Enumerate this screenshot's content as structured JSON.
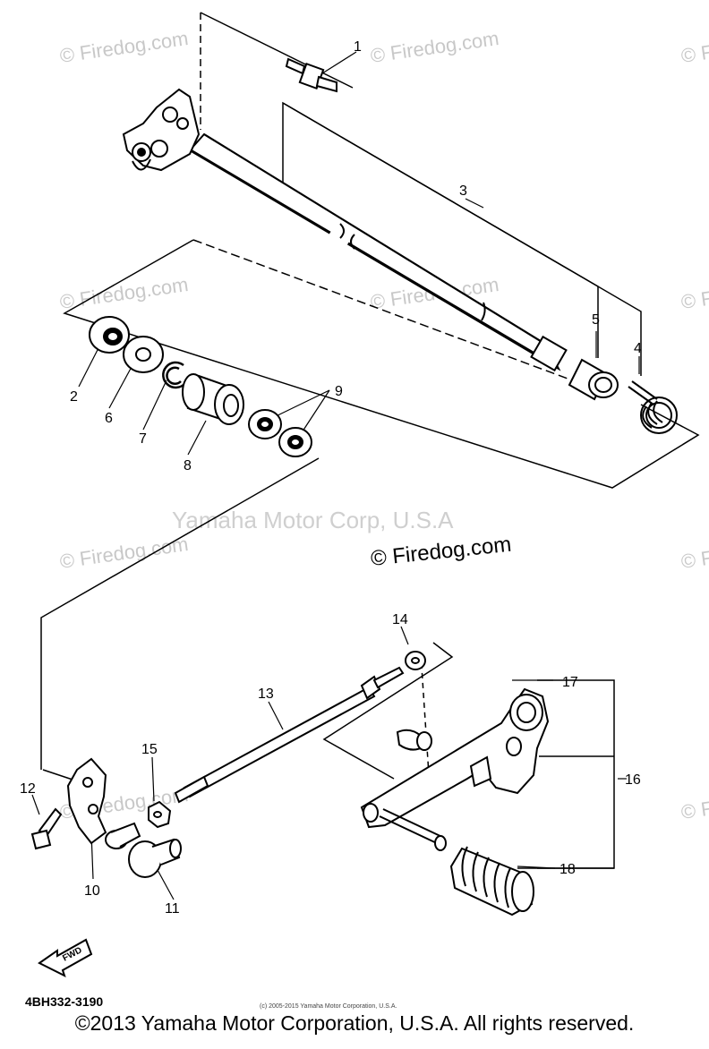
{
  "diagram": {
    "drawing_code": "4BH332-3190",
    "fwd_label": "FWD",
    "small_copyright": "(c) 2005-2015 Yamaha Motor Corporation, U.S.A.",
    "footer_copyright": "©2013 Yamaha Motor Corporation, U.S.A. All rights reserved.",
    "watermark_yamaha": "Yamaha Motor Corp, U.S.A",
    "watermark_firedog": "© Firedog.com",
    "part_numbers": [
      "1",
      "2",
      "3",
      "4",
      "5",
      "6",
      "7",
      "8",
      "9",
      "10",
      "11",
      "12",
      "13",
      "14",
      "15",
      "16",
      "17",
      "18"
    ]
  }
}
